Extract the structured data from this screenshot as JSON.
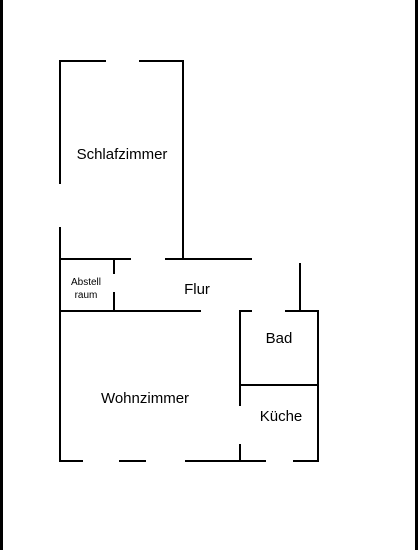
{
  "floorplan": {
    "rooms": {
      "schlafzimmer": "Schlafzimmer",
      "abstell_line1": "Abstell",
      "abstell_line2": "raum",
      "flur": "Flur",
      "bad": "Bad",
      "wohnzimmer": "Wohnzimmer",
      "kueche": "Küche"
    },
    "colors": {
      "wall": "#000000",
      "background": "#ffffff"
    }
  }
}
